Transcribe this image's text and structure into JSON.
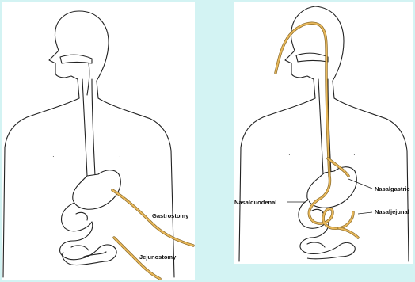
{
  "left_panel": {
    "labels": {
      "gastrostomy": "Gastrostomy",
      "jejunostomy": "Jejunostomy"
    }
  },
  "right_panel": {
    "labels": {
      "nasalgastric": "Nasalgastric",
      "nasalduodenal": "Nasalduodenal",
      "nasaljejunal": "Nasaljejunal"
    }
  },
  "colors": {
    "background": "#d3f3f3",
    "panel": "#ffffff",
    "outline": "#222222",
    "tube_fill": "#e8b85a",
    "tube_edge": "#8a6a2a"
  }
}
